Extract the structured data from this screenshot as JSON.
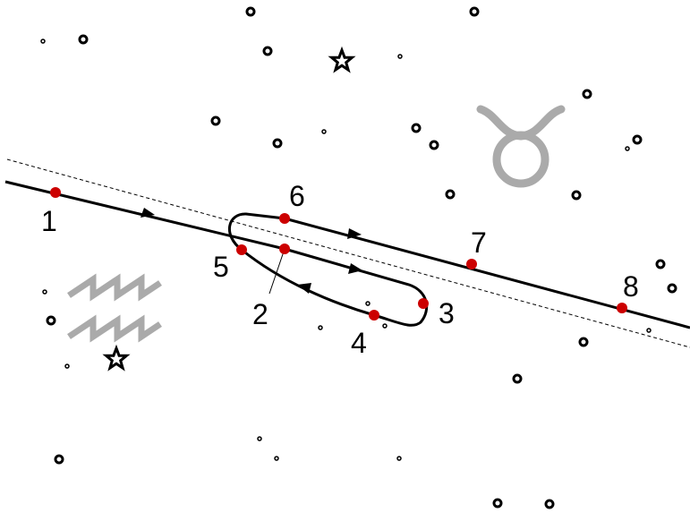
{
  "diagram": {
    "point_labels": [
      "1",
      "2",
      "3",
      "4",
      "5",
      "6",
      "7",
      "8"
    ],
    "symbols": {
      "left_sign": "aquarius-sign",
      "right_sign": "taurus-sign",
      "star_marks": "star-icon"
    },
    "colors": {
      "path": "#000000",
      "points": "#cc0000",
      "signs": "#aaaaaa",
      "ecliptic": "#000000"
    },
    "legend": []
  }
}
